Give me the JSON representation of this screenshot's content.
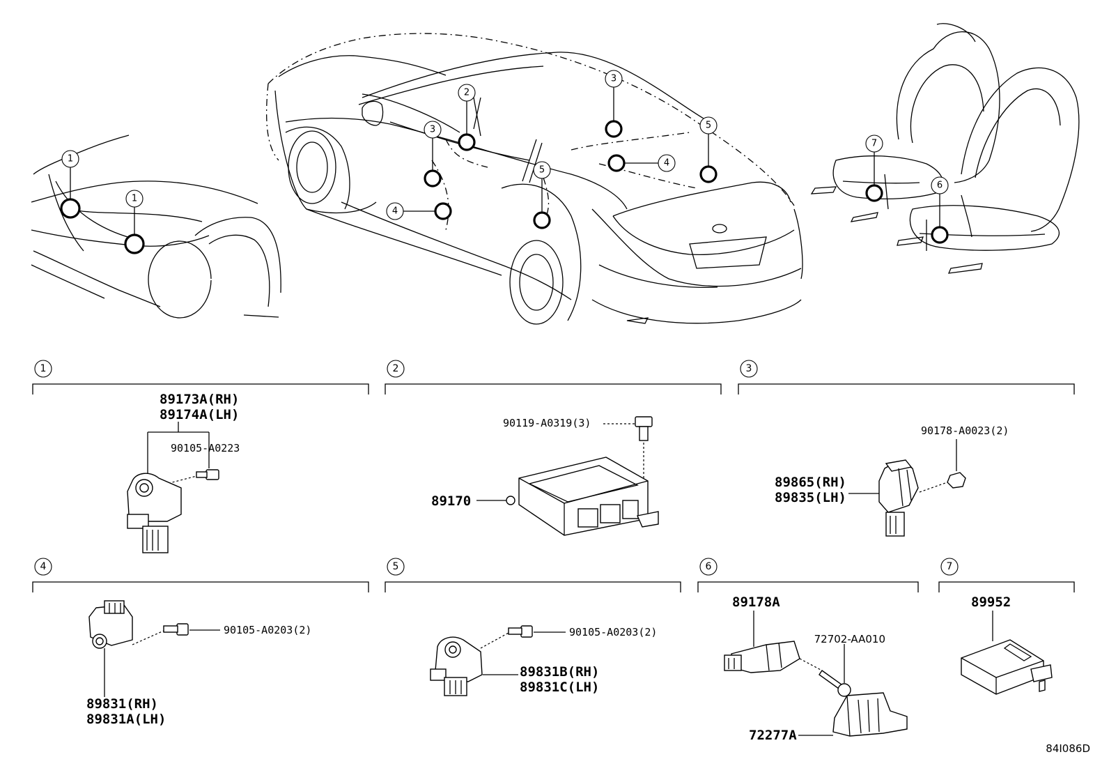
{
  "callouts": [
    "1",
    "2",
    "3",
    "4",
    "5",
    "6",
    "7"
  ],
  "sections": [
    {
      "number": "1",
      "parts": [
        "89173A(RH)",
        "89174A(LH)"
      ],
      "fasteners": [
        "90105-A0223"
      ]
    },
    {
      "number": "2",
      "parts": [
        "89170"
      ],
      "fasteners": [
        "90119-A0319(3)"
      ]
    },
    {
      "number": "3",
      "parts": [
        "89865(RH)",
        "89835(LH)"
      ],
      "fasteners": [
        "90178-A0023(2)"
      ]
    },
    {
      "number": "4",
      "parts": [
        "89831(RH)",
        "89831A(LH)"
      ],
      "fasteners": [
        "90105-A0203(2)"
      ]
    },
    {
      "number": "5",
      "parts": [
        "89831B(RH)",
        "89831C(LH)"
      ],
      "fasteners": [
        "90105-A0203(2)"
      ]
    },
    {
      "number": "6",
      "parts": [
        "89178A",
        "72277A"
      ],
      "fasteners": [
        "72702-AA010"
      ]
    },
    {
      "number": "7",
      "parts": [
        "89952"
      ],
      "fasteners": []
    }
  ],
  "figure_code": "84I086D"
}
